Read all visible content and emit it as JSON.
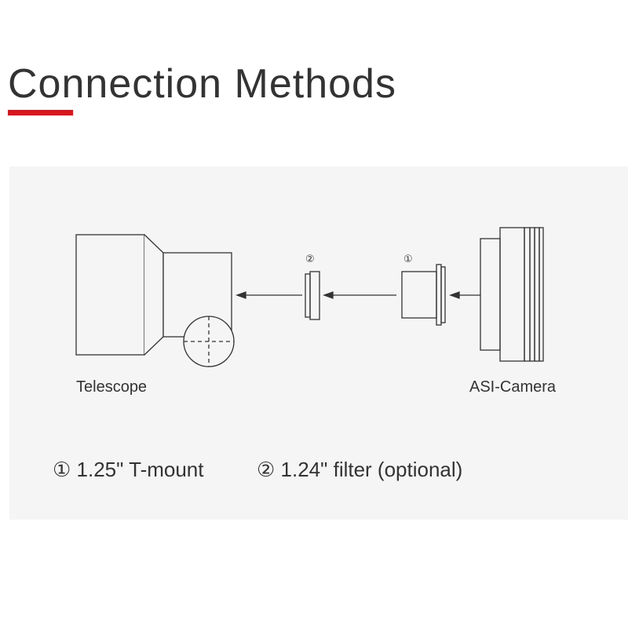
{
  "title": "Connection Methods",
  "colors": {
    "accent": "#d7161e",
    "panel": "#f5f5f5",
    "line": "#333333"
  },
  "labels": {
    "telescope": "Telescope",
    "camera": "ASI-Camera"
  },
  "markers": {
    "tmount": "①",
    "filter": "②"
  },
  "legend": [
    {
      "text": "① 1.25\" T-mount"
    },
    {
      "text": "② 1.24\" filter (optional)"
    }
  ]
}
